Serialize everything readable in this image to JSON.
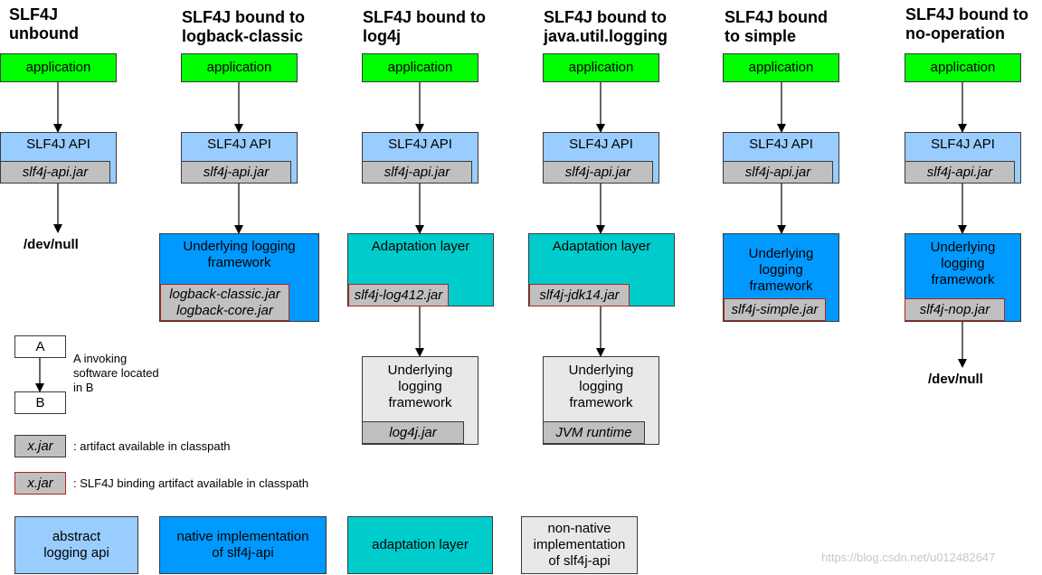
{
  "columns": [
    {
      "title": "SLF4J\nunbound",
      "app": "application",
      "api": "SLF4J API",
      "api_jar": "slf4j-api.jar",
      "bottom": "/dev/null"
    },
    {
      "title": "SLF4J bound to\nlogback-classic",
      "app": "application",
      "api": "SLF4J API",
      "api_jar": "slf4j-api.jar",
      "fw": "Underlying logging\nframework",
      "fw_jar": "logback-classic.jar\nlogback-core.jar"
    },
    {
      "title": "SLF4J bound to\nlog4j",
      "app": "application",
      "api": "SLF4J API",
      "api_jar": "slf4j-api.jar",
      "adapt": "Adaptation layer",
      "adapt_jar": "slf4j-log412.jar",
      "fw": "Underlying\nlogging\nframework",
      "fw_jar": "log4j.jar"
    },
    {
      "title": "SLF4J bound to\njava.util.logging",
      "app": "application",
      "api": "SLF4J API",
      "api_jar": "slf4j-api.jar",
      "adapt": "Adaptation layer",
      "adapt_jar": "slf4j-jdk14.jar",
      "fw": "Underlying\nlogging\nframework",
      "fw_jar": "JVM runtime"
    },
    {
      "title": "SLF4J bound\nto simple",
      "app": "application",
      "api": "SLF4J API",
      "api_jar": "slf4j-api.jar",
      "fw": "Underlying\nlogging\nframework",
      "fw_jar": "slf4j-simple.jar"
    },
    {
      "title": "SLF4J bound to\nno-operation",
      "app": "application",
      "api": "SLF4J API",
      "api_jar": "slf4j-api.jar",
      "fw": "Underlying\nlogging\nframework",
      "fw_jar": "slf4j-nop.jar",
      "bottom": "/dev/null"
    }
  ],
  "legend": {
    "a": "A",
    "b": "B",
    "invoking": "A invoking\nsoftware located\nin B",
    "jar": "x.jar",
    "artifact": ": artifact available in classpath",
    "binding_jar": "x.jar",
    "binding": ": SLF4J binding artifact available in classpath",
    "abstract": "abstract\nlogging api",
    "native": "native implementation\nof slf4j-api",
    "adaptation": "adaptation layer",
    "nonnative": "non-native\nimplementation\nof slf4j-api"
  },
  "watermark": "https://blog.csdn.net/u012482647",
  "colors": {
    "application": "#00ff00",
    "abstract_api": "#99ccff",
    "native": "#0099ff",
    "adaptation": "#00cccc",
    "non_native": "#e8e8e8",
    "jar": "#c0c0c0",
    "binding_border": "#b22222"
  }
}
